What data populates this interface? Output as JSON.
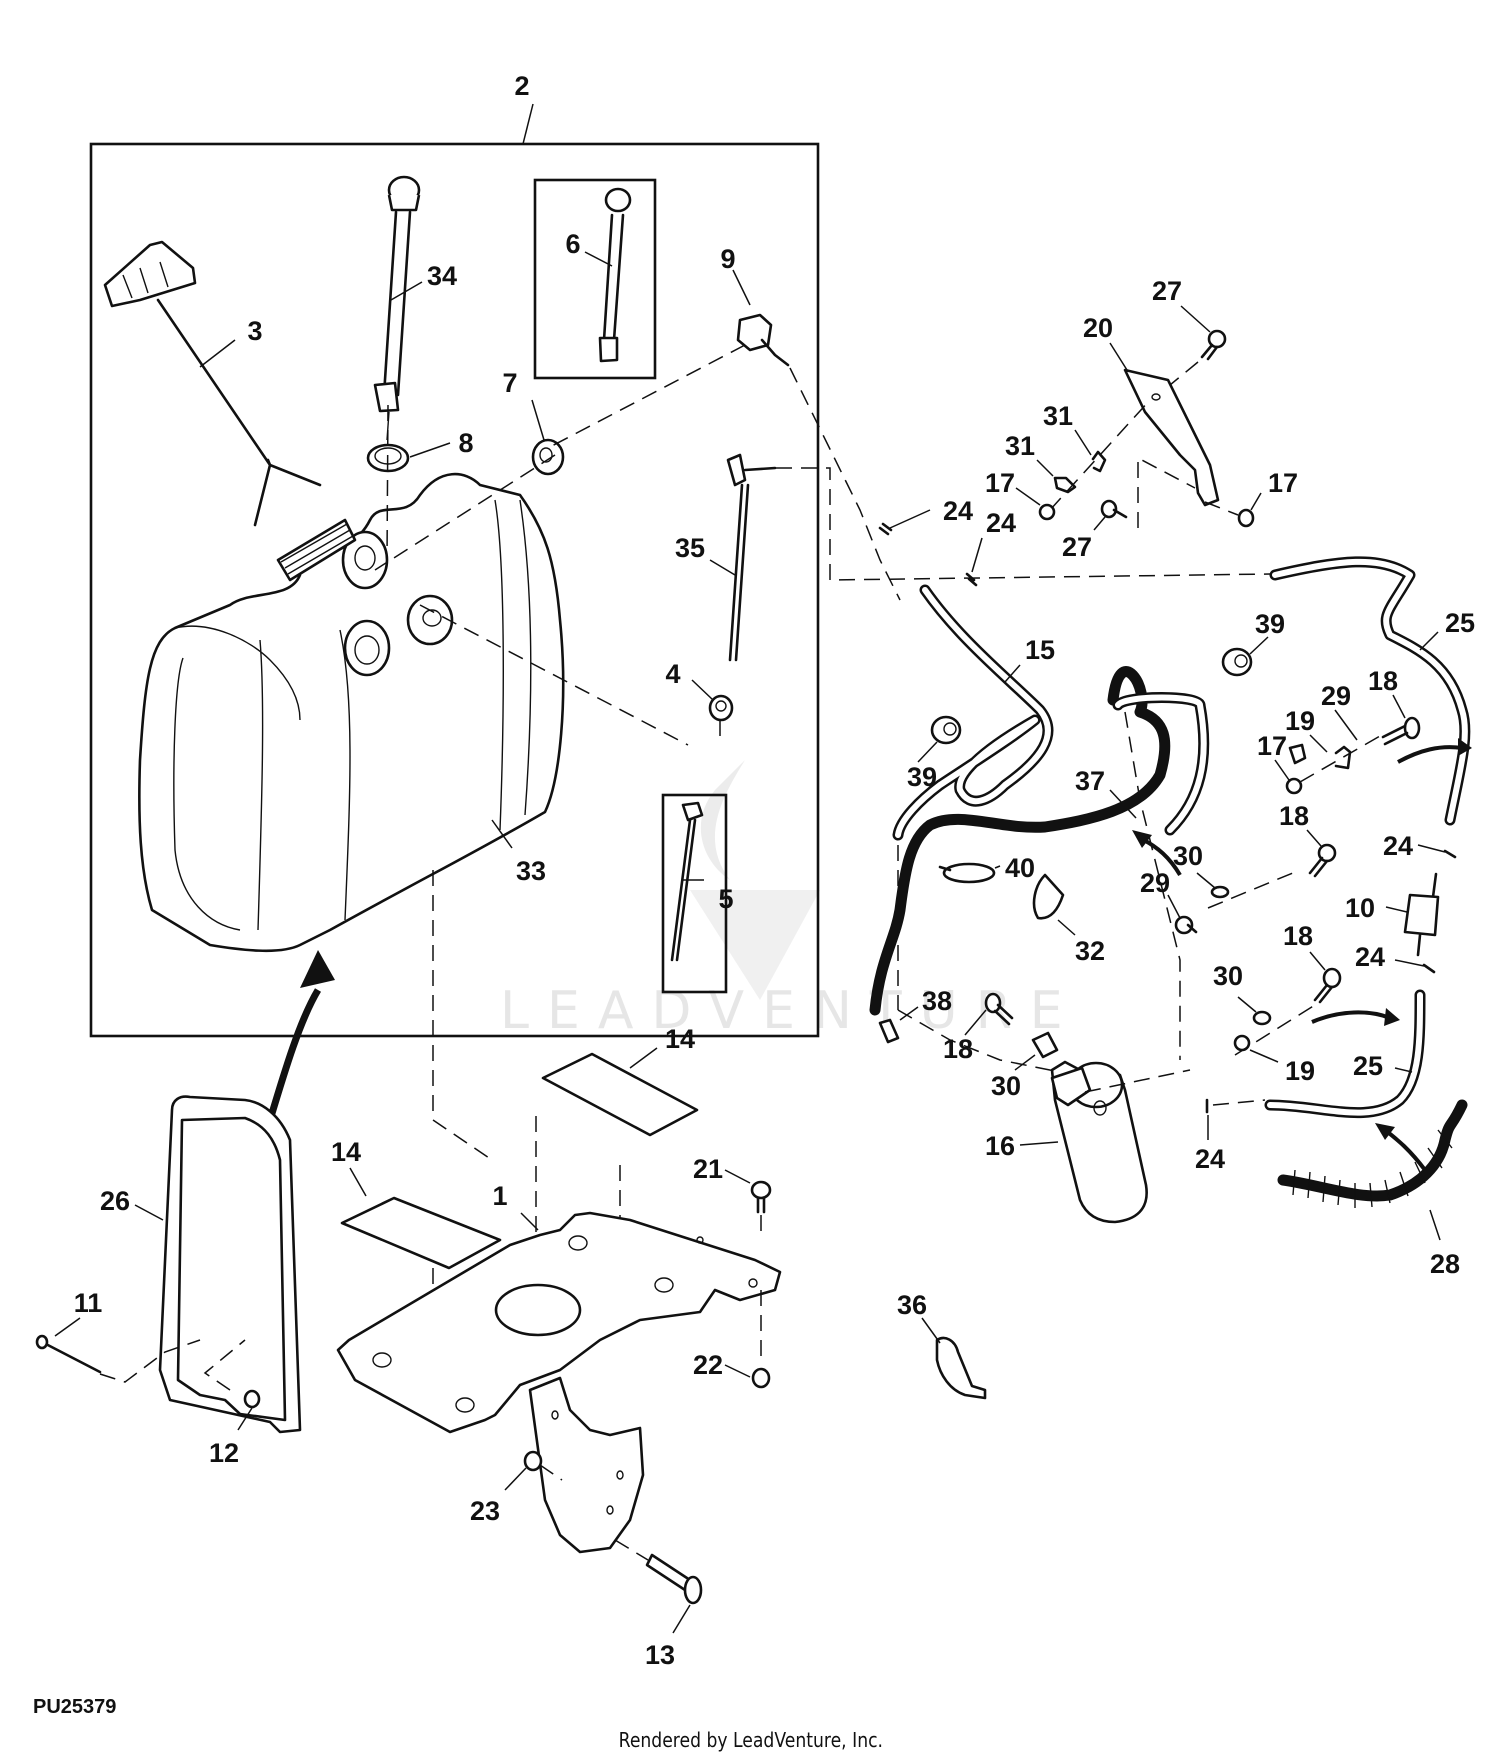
{
  "diagram": {
    "title": "Fuel Tank and Fuel Lines Parts Diagram",
    "figure_id": "PU25379",
    "render_credit": "Rendered by LeadVenture, Inc.",
    "watermark": "LEADVENTURE",
    "callouts": {
      "c1": "1",
      "c2": "2",
      "c3": "3",
      "c4": "4",
      "c5": "5",
      "c6": "6",
      "c7": "7",
      "c8": "8",
      "c9": "9",
      "c10": "10",
      "c11": "11",
      "c12": "12",
      "c13": "13",
      "c14a": "14",
      "c14b": "14",
      "c15": "15",
      "c16": "16",
      "c17a": "17",
      "c17b": "17",
      "c17c": "17",
      "c18a": "18",
      "c18b": "18",
      "c18c": "18",
      "c18d": "18",
      "c19a": "19",
      "c19b": "19",
      "c20": "20",
      "c21": "21",
      "c22": "22",
      "c23": "23",
      "c24a": "24",
      "c24b": "24",
      "c24c": "24",
      "c24d": "24",
      "c24e": "24",
      "c25a": "25",
      "c25b": "25",
      "c26": "26",
      "c27a": "27",
      "c27b": "27",
      "c28": "28",
      "c29a": "29",
      "c29b": "29",
      "c30a": "30",
      "c30b": "30",
      "c30c": "30",
      "c31a": "31",
      "c31b": "31",
      "c32": "32",
      "c33": "33",
      "c34": "34",
      "c35": "35",
      "c36": "36",
      "c37": "37",
      "c38": "38",
      "c39a": "39",
      "c39b": "39",
      "c40": "40"
    }
  }
}
